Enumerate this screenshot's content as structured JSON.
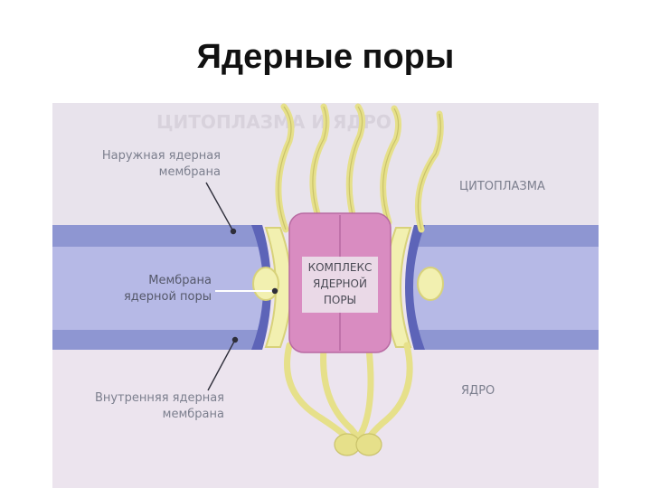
{
  "title": "Ядерные поры",
  "figure": {
    "faded_heading": "ЦИТОПЛАЗМА И ЯДРО",
    "labels": {
      "outer_membrane_line1": "Наружная ядерная",
      "outer_membrane_line2": "мембрана",
      "pore_membrane_line1": "Мембрана",
      "pore_membrane_line2": "ядерной поры",
      "inner_membrane_line1": "Внутренняя ядерная",
      "inner_membrane_line2": "мембрана",
      "cytoplasm": "ЦИТОПЛАЗМА",
      "nucleus": "ЯДРО",
      "complex_line1": "КОМПЛЕКС",
      "complex_line2": "ЯДЕРНОЙ",
      "complex_line3": "ПОРЫ"
    }
  }
}
